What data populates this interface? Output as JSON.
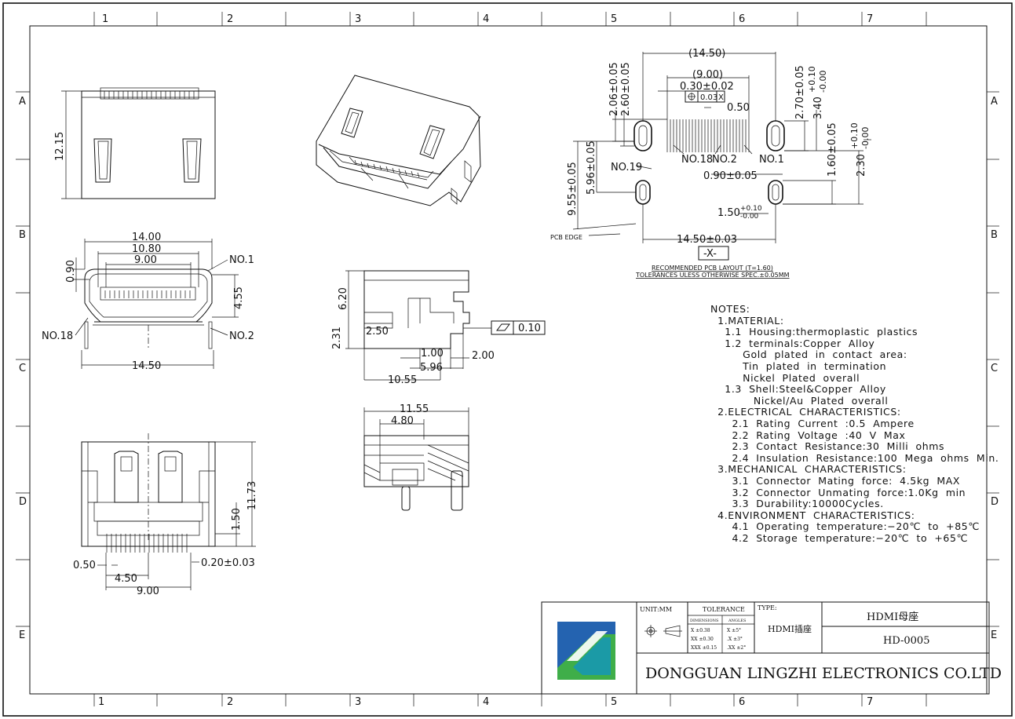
{
  "border": {
    "columns": [
      "1",
      "2",
      "3",
      "4",
      "5",
      "6",
      "7"
    ],
    "rows": [
      "A",
      "B",
      "C",
      "D",
      "E"
    ]
  },
  "top_view": {
    "height_dim": "12.15"
  },
  "front_view": {
    "dims": [
      "14.00",
      "10.80",
      "9.00",
      "0.90",
      "4.55",
      "14.50"
    ],
    "labels": {
      "no1": "NO.1",
      "no2": "NO.2",
      "no18": "NO.18"
    }
  },
  "bottom_view": {
    "dims": {
      "h1173": "11.73",
      "h150": "1.50",
      "p050": "0.50",
      "p020": "0.20±0.03",
      "w450": "4.50",
      "w900": "9.00"
    }
  },
  "side_view": {
    "dims": {
      "h620": "6.20",
      "h231": "2.31",
      "w250": "2.50",
      "w100": "1.00",
      "w200": "2.00",
      "w596": "5.96",
      "w1055": "10.55"
    },
    "flatness": "0.10"
  },
  "section_view": {
    "dims": {
      "w1155": "11.55",
      "w480": "4.80"
    }
  },
  "pcb_layout": {
    "dims": {
      "w1450p": "(14.50)",
      "w900p": "(9.00)",
      "pitch": "0.30±0.02",
      "pos_tol": "0.03",
      "datum": "X",
      "w050": "0.50",
      "v206": "2.06±0.05",
      "v260": "2.60±0.05",
      "v270": "2.70±0.05",
      "v340": "3.40",
      "v340_tol_upper": "+0.10",
      "v340_tol_lower": "-0.00",
      "v955": "9.55±0.05",
      "v596": "5.96±0.05",
      "v160": "1.60±0.05",
      "v230": "2.30",
      "v230_tol_upper": "+0.10",
      "v230_tol_lower": "-0.00",
      "d090": "0.90±0.05",
      "w150": "1.50",
      "w150_tol_upper": "+0.10",
      "w150_tol_lower": "-0.00",
      "w1450": "14.50±0.03",
      "datum_box": "-X-"
    },
    "labels": {
      "no19": "NO.19",
      "no18": "NO.18",
      "no2": "NO.2",
      "no1": "NO.1",
      "pcb_edge": "PCB EDGE"
    },
    "caption1": "RECOMMENDED PCB LAYOUT (T=1.60)",
    "caption2": "TOLERANCES ULESS OTHERWISE SPEC.±0.05MM"
  },
  "notes": [
    "NOTES:",
    "  1.MATERIAL:",
    "    1.1  Housing:thermoplastic  plastics",
    "    1.2  terminals:Copper  Alloy",
    "         Gold  plated  in  contact  area:",
    "         Tin  plated  in  termination",
    "         Nickel  Plated  overall",
    "    1.3  Shell:Steel&Copper  Alloy",
    "            Nickel/Au  Plated  overall",
    "  2.ELECTRICAL  CHARACTERISTICS:",
    "      2.1  Rating  Current  :0.5  Ampere",
    "      2.2  Rating  Voltage  :40  V  Max",
    "      2.3  Contact  Resistance:30  Milli  ohms",
    "      2.4  Insulation  Resistance:100  Mega  ohms  Min.",
    "  3.MECHANICAL  CHARACTERISTICS:",
    "      3.1  Connector  Mating  force:  4.5kg  MAX",
    "      3.2  Connector  Unmating  force:1.0Kg  min",
    "      3.3  Durability:10000Cycles.",
    "  4.ENVIRONMENT  CHARACTERISTICS:",
    "      4.1  Operating  temperature:−20℃  to  +85℃",
    "      4.2  Storage  temperature:−20℃  to  +65℃"
  ],
  "title_block": {
    "unit": "UNIT:MM",
    "tolerance_header": "TOLERANCE",
    "dimensions_header": "DIMENSIONS",
    "angles_header": "ANGLES",
    "tol_rows": [
      {
        "dim": "X   ±0.38",
        "ang": "X   ±5°"
      },
      {
        "dim": "XX  ±0.30",
        "ang": ".X   ±3°"
      },
      {
        "dim": "XXX ±0.15",
        "ang": ".XX  ±2°"
      }
    ],
    "type_label": "TYPE:",
    "type_value": "HDMI插座",
    "part_name": "HDMI母座",
    "part_number": "HD-0005",
    "company": "DONGGUAN  LINGZHI  ELECTRONICS  CO.LTD",
    "colors": {
      "logo_blue": "#2463b0",
      "logo_green": "#3fae49",
      "logo_teal": "#1b9aa6"
    }
  }
}
